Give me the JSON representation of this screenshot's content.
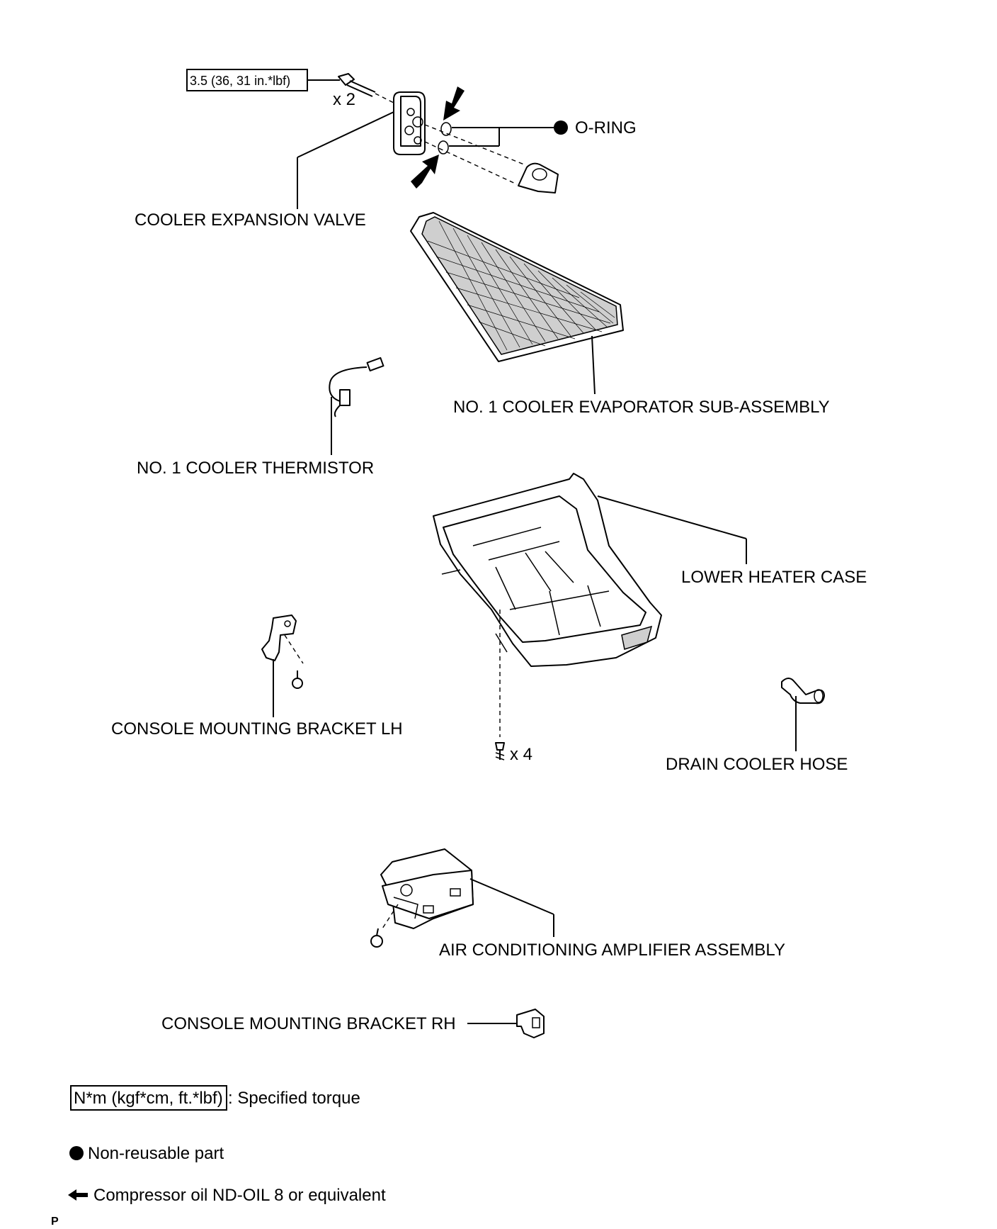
{
  "torque_box": "3.5 (36, 31 in.*lbf)",
  "labels": {
    "bolt_qty": "x 2",
    "o_ring": "O-RING",
    "expansion_valve": "COOLER EXPANSION VALVE",
    "evaporator": "NO. 1 COOLER EVAPORATOR SUB-ASSEMBLY",
    "thermistor": "NO. 1 COOLER THERMISTOR",
    "lower_heater_case": "LOWER HEATER CASE",
    "bracket_lh": "CONSOLE MOUNTING BRACKET LH",
    "screw_qty": "x 4",
    "drain_hose": "DRAIN COOLER HOSE",
    "amplifier": "AIR CONDITIONING AMPLIFIER ASSEMBLY",
    "bracket_rh": "CONSOLE MOUNTING BRACKET RH"
  },
  "legend": {
    "torque_unit_box": "N*m (kgf*cm, ft.*lbf)",
    "torque_text": ": Specified torque",
    "non_reusable_text": "Non-reusable part",
    "oil_text": "Compressor oil ND-OIL 8 or equivalent"
  },
  "footer_mark": "P"
}
